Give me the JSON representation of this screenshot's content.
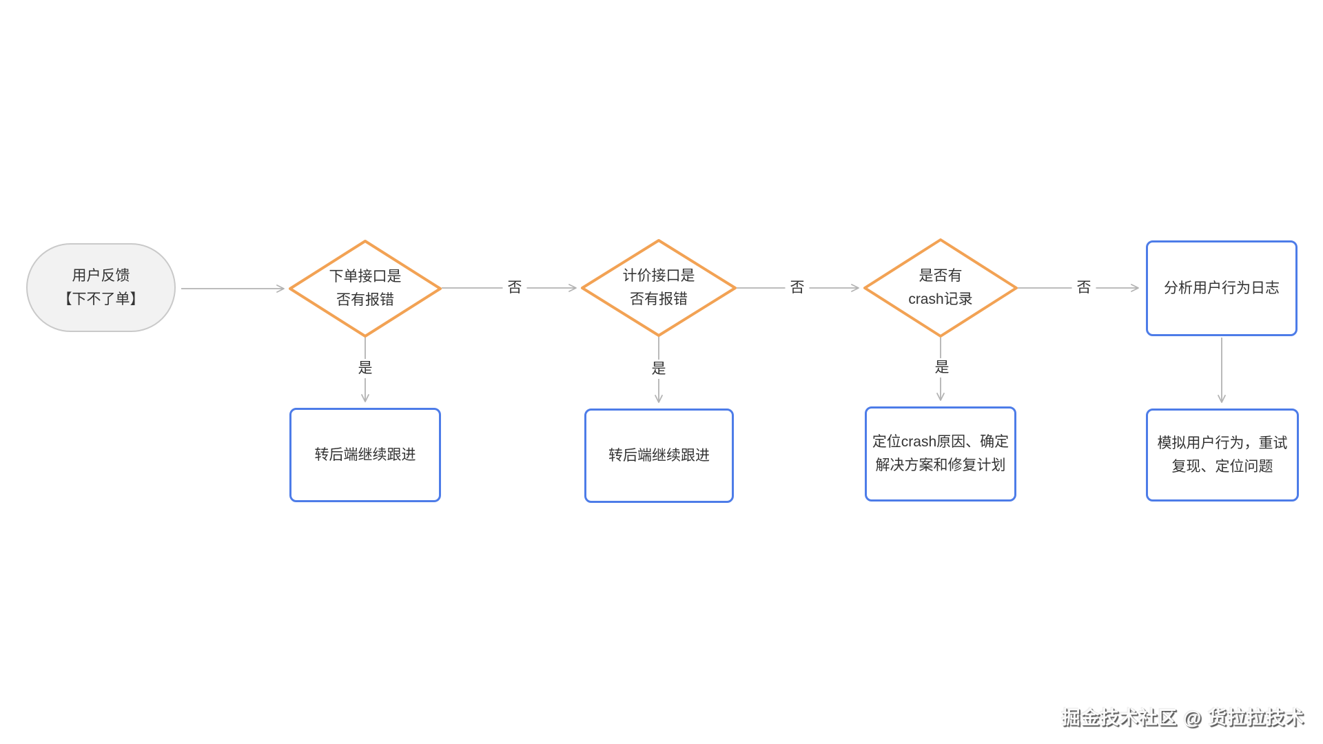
{
  "colors": {
    "decision_border": "#F2A254",
    "process_border": "#4D7CE8",
    "start_border": "#C9C9C9",
    "start_fill": "#F2F2F2",
    "arrow": "#B3B3B3",
    "text": "#333333"
  },
  "flowchart": {
    "start": {
      "lines": [
        "用户反馈",
        "【下不了单】"
      ]
    },
    "decisions": [
      {
        "lines": [
          "下单接口是",
          "否有报错"
        ]
      },
      {
        "lines": [
          "计价接口是",
          "否有报错"
        ]
      },
      {
        "lines": [
          "是否有",
          "crash记录"
        ]
      }
    ],
    "processes": [
      {
        "lines": [
          "转后端继续跟进"
        ]
      },
      {
        "lines": [
          "转后端继续跟进"
        ]
      },
      {
        "lines": [
          "定位crash原因、确定",
          "解决方案和修复计划"
        ]
      },
      {
        "lines": [
          "分析用户行为日志"
        ]
      },
      {
        "lines": [
          "模拟用户行为，重试",
          "复现、定位问题"
        ]
      }
    ],
    "edge_labels": {
      "yes": "是",
      "no": "否"
    }
  },
  "watermark": {
    "text": "掘金技术社区 @ 货拉拉技术"
  }
}
